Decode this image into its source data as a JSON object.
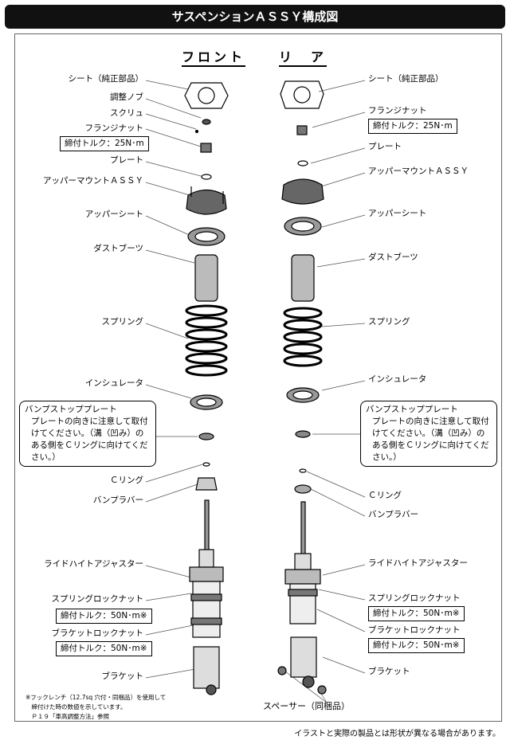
{
  "title": "サスペンションＡＳＳＹ構成図",
  "headers": {
    "front": "フロント",
    "rear": "リ　ア"
  },
  "front_labels": {
    "seat": "シート（純正部品）",
    "knob": "調整ノブ",
    "screw": "スクリュ",
    "flange_nut": "フランジナット",
    "torque_flange": "締付トルク：25N･m",
    "plate": "プレート",
    "upper_mount": "アッパーマウントＡＳＳＹ",
    "upper_seat": "アッパーシート",
    "dust_boot": "ダストブーツ",
    "spring": "スプリング",
    "insulator": "インシュレータ",
    "c_ring": "Ｃリング",
    "bump_rubber": "バンプラバー",
    "ride_height": "ライドハイトアジャスター",
    "spring_lock": "スプリングロックナット",
    "torque_spring_lock": "締付トルク：50N･m※",
    "bracket_lock": "ブラケットロックナット",
    "torque_bracket_lock": "締付トルク：50N･m※",
    "bracket": "ブラケット"
  },
  "rear_labels": {
    "seat": "シート（純正部品）",
    "flange_nut": "フランジナット",
    "torque_flange": "締付トルク：25N･m",
    "plate": "プレート",
    "upper_mount": "アッパーマウントＡＳＳＹ",
    "upper_seat": "アッパーシート",
    "dust_boot": "ダストブーツ",
    "spring": "スプリング",
    "insulator": "インシュレータ",
    "c_ring": "Ｃリング",
    "bump_rubber": "バンプラバー",
    "ride_height": "ライドハイトアジャスター",
    "spring_lock": "スプリングロックナット",
    "torque_spring_lock": "締付トルク：50N･m※",
    "bracket_lock": "ブラケットロックナット",
    "torque_bracket_lock": "締付トルク：50N･m※",
    "bracket": "ブラケット",
    "spacer": "スペーサー（同梱品）"
  },
  "callout": {
    "title": "バンプストッププレート",
    "lines": [
      "プレートの向きに注意して取付",
      "けてください。（溝（凹み）の",
      "ある側をＣリングに向けてくだ",
      "さい。）"
    ]
  },
  "note": [
    "※フックレンチ（12.7sq 穴付・同梱品）を使用して",
    "　締付けた時の数値を示しています。",
    "　Ｐ１９「車高調整方法」参照"
  ],
  "footer": "イラストと実際の製品とは形状が異なる場合があります。"
}
